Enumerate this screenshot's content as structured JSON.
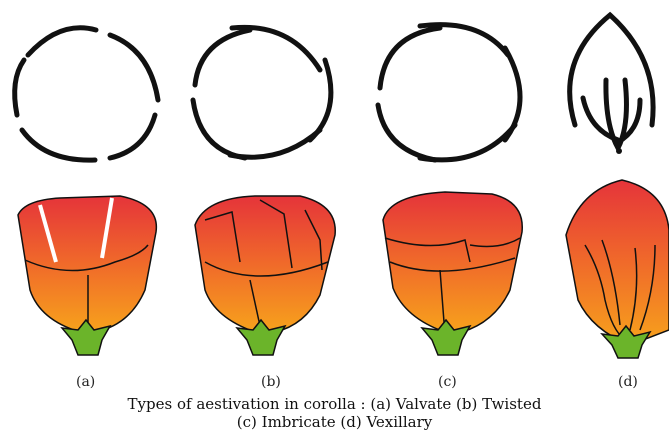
{
  "figure": {
    "panels": [
      {
        "id": "a",
        "label": "(a)"
      },
      {
        "id": "b",
        "label": "(b)"
      },
      {
        "id": "c",
        "label": "(c)"
      },
      {
        "id": "d",
        "label": "(d)"
      }
    ],
    "caption_line1": "Types of aestivation in corolla : (a) Valvate (b) Twisted",
    "caption_line2": "(c) Imbricate (d) Vexillary"
  },
  "colors": {
    "petal_top": "#e5343a",
    "petal_mid": "#f06a2a",
    "petal_bottom": "#f7a21c",
    "sepal": "#6bb42a",
    "outline": "#111111"
  }
}
